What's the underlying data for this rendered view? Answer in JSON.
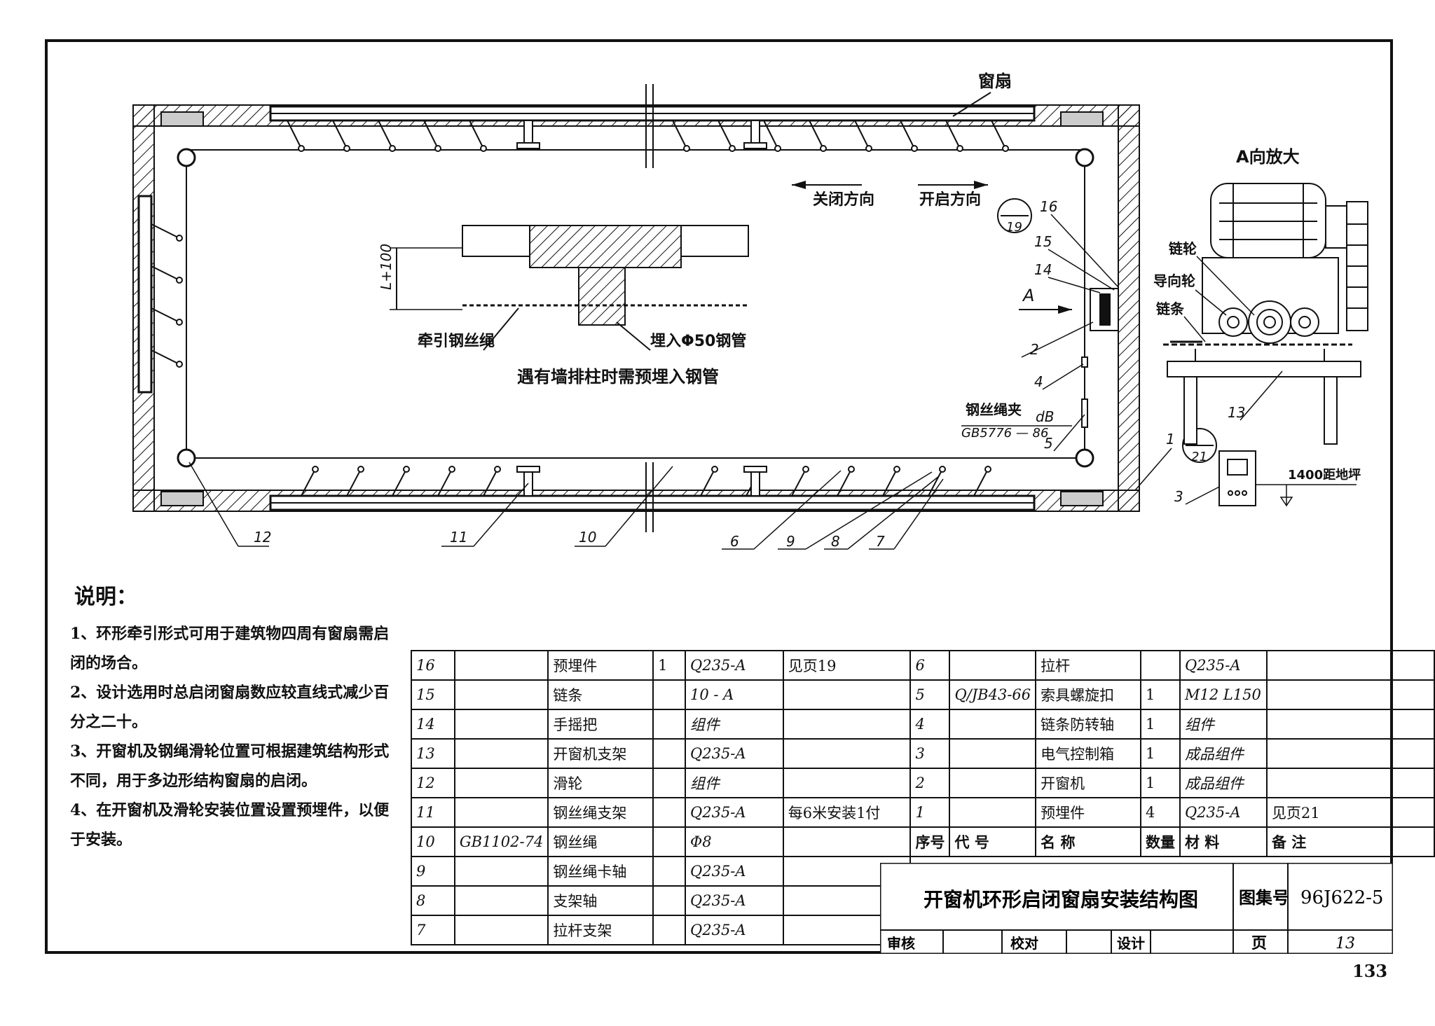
{
  "drawing": {
    "window_sash": "窗扇",
    "close_direction": "关闭方向",
    "open_direction": "开启方向",
    "detail_l_dim": "L+100",
    "traction_wire": "牵引钢丝绳",
    "embed_pipe": "埋入Φ50钢管",
    "column_note": "遇有墙排柱时需预埋入钢管",
    "view_a": "A",
    "wire_clamp_1": "钢丝绳夹",
    "wire_clamp_2": "dB",
    "wire_clamp_3": "GB5776 — 86",
    "ref_top_num": "19",
    "ref_bottom_num": "21",
    "callouts_right": [
      "16",
      "15",
      "14",
      "2",
      "4",
      "5",
      "1",
      "3"
    ],
    "callouts_bottom": [
      "12",
      "11",
      "10",
      "6",
      "9",
      "8",
      "7"
    ],
    "view_a_title": "A向放大",
    "sprocket": "链轮",
    "guide_wheel": "导向轮",
    "chain": "链条",
    "bracket_no": "13",
    "floor_height": "1400距地坪"
  },
  "notes": {
    "heading": "说明：",
    "items": [
      "1、环形牵引形式可用于建筑物四周有窗扇需启闭的场合。",
      "2、设计选用时总启闭窗扇数应较直线式减少百分之二十。",
      "3、开窗机及钢绳滑轮位置可根据建筑结构形式不同，用于多边形结构窗扇的启闭。",
      "4、在开窗机及滑轮安装位置设置预埋件，以便于安装。"
    ]
  },
  "bom": {
    "left": [
      {
        "no": "16",
        "code": "",
        "name": "预埋件",
        "qty": "1",
        "mat": "Q235-A",
        "note": "见页19"
      },
      {
        "no": "15",
        "code": "",
        "name": "链条",
        "qty": "",
        "mat": "10 - A",
        "note": ""
      },
      {
        "no": "14",
        "code": "",
        "name": "手摇把",
        "qty": "",
        "mat": "组件",
        "note": ""
      },
      {
        "no": "13",
        "code": "",
        "name": "开窗机支架",
        "qty": "",
        "mat": "Q235-A",
        "note": ""
      },
      {
        "no": "12",
        "code": "",
        "name": "滑轮",
        "qty": "",
        "mat": "组件",
        "note": ""
      },
      {
        "no": "11",
        "code": "",
        "name": "钢丝绳支架",
        "qty": "",
        "mat": "Q235-A",
        "note": "每6米安装1付"
      },
      {
        "no": "10",
        "code": "GB1102-74",
        "name": "钢丝绳",
        "qty": "",
        "mat": "Φ8",
        "note": ""
      },
      {
        "no": "9",
        "code": "",
        "name": "钢丝绳卡轴",
        "qty": "",
        "mat": "Q235-A",
        "note": ""
      },
      {
        "no": "8",
        "code": "",
        "name": "支架轴",
        "qty": "",
        "mat": "Q235-A",
        "note": ""
      },
      {
        "no": "7",
        "code": "",
        "name": "拉杆支架",
        "qty": "",
        "mat": "Q235-A",
        "note": ""
      }
    ],
    "right": [
      {
        "no": "6",
        "code": "",
        "name": "拉杆",
        "qty": "",
        "mat": "Q235-A",
        "note": ""
      },
      {
        "no": "5",
        "code": "Q/JB43-66",
        "name": "索具螺旋扣",
        "qty": "1",
        "mat": "M12 L150",
        "note": ""
      },
      {
        "no": "4",
        "code": "",
        "name": "链条防转轴",
        "qty": "1",
        "mat": "组件",
        "note": ""
      },
      {
        "no": "3",
        "code": "",
        "name": "电气控制箱",
        "qty": "1",
        "mat": "成品组件",
        "note": ""
      },
      {
        "no": "2",
        "code": "",
        "name": "开窗机",
        "qty": "1",
        "mat": "成品组件",
        "note": ""
      },
      {
        "no": "1",
        "code": "",
        "name": "预埋件",
        "qty": "4",
        "mat": "Q235-A",
        "note": "见页21"
      }
    ],
    "header": {
      "no": "序号",
      "code": "代 号",
      "name": "名  称",
      "qty": "数量",
      "mat": "材  料",
      "note": "备    注"
    }
  },
  "title_block": {
    "title": "开窗机环形启闭窗扇安装结构图",
    "atlas_label": "图集号",
    "atlas_no": "96J622-5",
    "review": "审核",
    "check": "校对",
    "design": "设计",
    "page_label": "页",
    "page": "13"
  },
  "page_number": "133"
}
